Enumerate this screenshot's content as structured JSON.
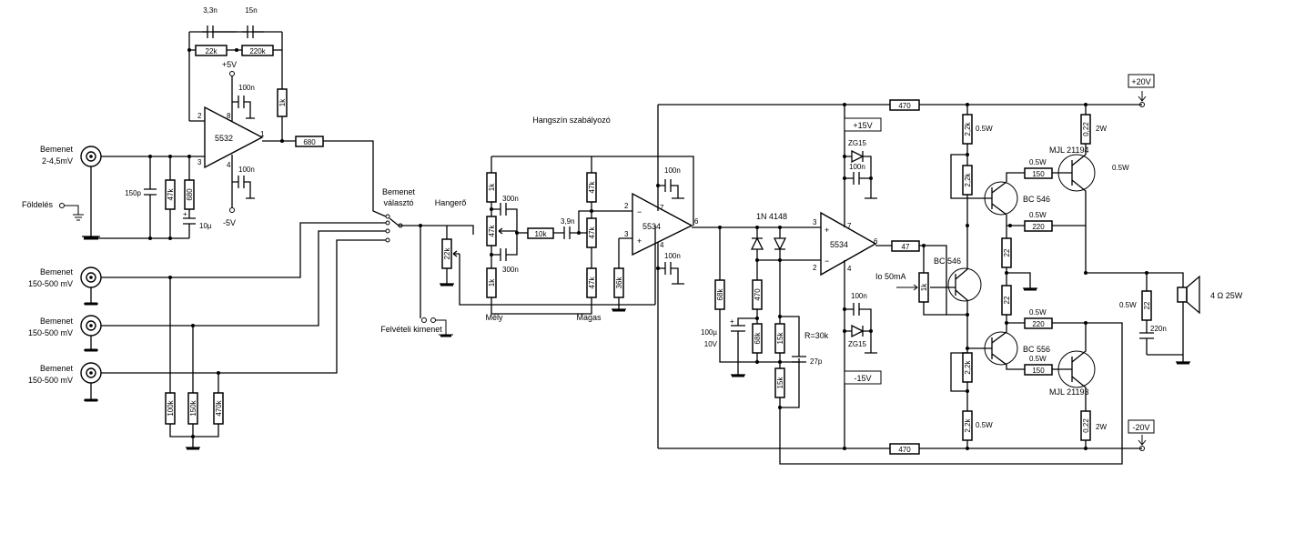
{
  "labels": {
    "in1": "Bemenet",
    "in1_range": "2-4,5mV",
    "foldeles": "Földelés",
    "in_line": "Bemenet",
    "in_line_range": "150-500 mV",
    "selector_1": "Bemenet",
    "selector_2": "választó",
    "volume": "Hangerő",
    "tone": "Hangszín szabályozó",
    "bass": "Mély",
    "treble": "Magas",
    "rec_out": "Felvételi kimenet",
    "speaker": "4 Ω 25W",
    "r_eq": "R=30k",
    "io": "Io 50mA"
  },
  "ics": {
    "pre": "5532",
    "tone": "5534",
    "power": "5534"
  },
  "rails": {
    "p5": "+5V",
    "m5": "-5V",
    "p15": "+15V",
    "m15": "-15V",
    "p20": "+20V",
    "m20": "-20V"
  },
  "parts": {
    "c_3n3": "3,3n",
    "c_15n": "15n",
    "r_22k_fb": "22k",
    "r_220k_fb": "220k",
    "c_100n": "100n",
    "r_1k_fb": "1k",
    "r_680_out": "680",
    "c_150p": "150p",
    "r_47k_in": "47k",
    "r_680_in": "680",
    "c_10u": "10µ",
    "r_100k": "100k",
    "r_150k": "150k",
    "r_470k": "470k",
    "pot_22k": "22k",
    "r_1k": "1k",
    "pot_47k": "47k",
    "c_300n": "300n",
    "r_10k": "10k",
    "c_3n9": "3,9n",
    "r_47k": "47k",
    "r_36k": "36k",
    "diode": "1N 4148",
    "r_68k": "68k",
    "r_470": "470",
    "c_100u": "100µ",
    "c_10v": "10V",
    "r_15k": "15k",
    "c_27p": "27p",
    "zener": "ZG15",
    "r_47": "47",
    "r_2k2": "2,2k",
    "r_1k_bias": "1k",
    "r_22": "22",
    "r_150": "150",
    "r_220": "220",
    "r_0_22": "0,22",
    "c_220n": "220n"
  },
  "transistors": {
    "bc546": "BC 546",
    "bc556": "BC 556",
    "mjl21194": "MJL 21194",
    "mjl21193": "MJL 21193"
  },
  "pins": {
    "p1": "1",
    "p2": "2",
    "p3": "3",
    "p4": "4",
    "p6": "6",
    "p7": "7",
    "p8": "8"
  },
  "ratings": {
    "w05": "0.5W",
    "w2": "2W",
    "minus": "−",
    "plus": "+"
  }
}
